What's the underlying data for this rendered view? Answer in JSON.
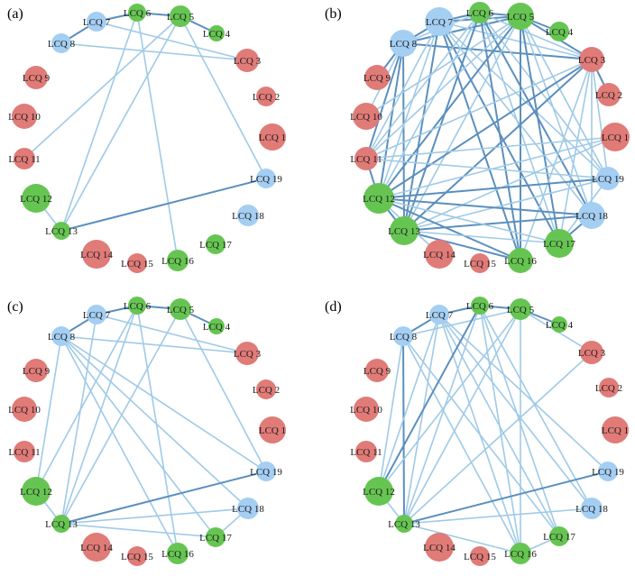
{
  "colors": {
    "blue": "#a4cef2",
    "green": "#66c552",
    "red": "#e07b78",
    "edge_light": "#9fcae7",
    "edge_dark": "#5b8fbe"
  },
  "nodes": [
    {
      "id": 1,
      "label": "LCQ 1",
      "group": "red"
    },
    {
      "id": 2,
      "label": "LCQ 2",
      "group": "red"
    },
    {
      "id": 3,
      "label": "LCQ 3",
      "group": "red"
    },
    {
      "id": 4,
      "label": "LCQ 4",
      "group": "green"
    },
    {
      "id": 5,
      "label": "LCQ 5",
      "group": "green"
    },
    {
      "id": 6,
      "label": "LCQ 6",
      "group": "green"
    },
    {
      "id": 7,
      "label": "LCQ 7",
      "group": "blue"
    },
    {
      "id": 8,
      "label": "LCQ 8",
      "group": "blue"
    },
    {
      "id": 9,
      "label": "LCQ 9",
      "group": "red"
    },
    {
      "id": 10,
      "label": "LCQ 10",
      "group": "red"
    },
    {
      "id": 11,
      "label": "LCQ 11",
      "group": "red"
    },
    {
      "id": 12,
      "label": "LCQ 12",
      "group": "green"
    },
    {
      "id": 13,
      "label": "LCQ 13",
      "group": "green"
    },
    {
      "id": 14,
      "label": "LCQ 14",
      "group": "red"
    },
    {
      "id": 15,
      "label": "LCQ 15",
      "group": "red"
    },
    {
      "id": 16,
      "label": "LCQ 16",
      "group": "green"
    },
    {
      "id": 17,
      "label": "LCQ 17",
      "group": "green"
    },
    {
      "id": 18,
      "label": "LCQ 18",
      "group": "blue"
    },
    {
      "id": 19,
      "label": "LCQ 19",
      "group": "blue"
    }
  ],
  "panels": [
    {
      "label": "(a)",
      "edges": [
        [
          7,
          6,
          1
        ],
        [
          7,
          8,
          1
        ],
        [
          6,
          5,
          1
        ],
        [
          5,
          4,
          1
        ],
        [
          8,
          3,
          0
        ],
        [
          7,
          3,
          0
        ],
        [
          6,
          13,
          0
        ],
        [
          5,
          13,
          0
        ],
        [
          5,
          11,
          0
        ],
        [
          6,
          16,
          0
        ],
        [
          5,
          19,
          0
        ],
        [
          13,
          19,
          1
        ],
        [
          12,
          13,
          0
        ]
      ]
    },
    {
      "label": "(b)",
      "edges": [
        [
          7,
          6,
          1
        ],
        [
          7,
          8,
          1
        ],
        [
          6,
          5,
          1
        ],
        [
          5,
          4,
          1
        ],
        [
          8,
          5,
          1
        ],
        [
          7,
          5,
          1
        ],
        [
          8,
          6,
          0
        ],
        [
          8,
          3,
          1
        ],
        [
          7,
          3,
          0
        ],
        [
          6,
          3,
          0
        ],
        [
          5,
          3,
          1
        ],
        [
          3,
          2,
          1
        ],
        [
          8,
          9,
          1
        ],
        [
          8,
          10,
          0
        ],
        [
          8,
          11,
          1
        ],
        [
          8,
          12,
          1
        ],
        [
          8,
          13,
          1
        ],
        [
          7,
          11,
          0
        ],
        [
          7,
          12,
          0
        ],
        [
          7,
          13,
          1
        ],
        [
          7,
          19,
          0
        ],
        [
          7,
          18,
          0
        ],
        [
          7,
          17,
          1
        ],
        [
          7,
          16,
          1
        ],
        [
          6,
          12,
          0
        ],
        [
          6,
          13,
          1
        ],
        [
          6,
          16,
          1
        ],
        [
          6,
          17,
          0
        ],
        [
          6,
          18,
          1
        ],
        [
          6,
          19,
          0
        ],
        [
          6,
          11,
          0
        ],
        [
          5,
          12,
          1
        ],
        [
          5,
          13,
          0
        ],
        [
          5,
          16,
          1
        ],
        [
          5,
          17,
          1
        ],
        [
          5,
          18,
          0
        ],
        [
          5,
          19,
          0
        ],
        [
          5,
          10,
          0
        ],
        [
          5,
          11,
          0
        ],
        [
          3,
          12,
          1
        ],
        [
          3,
          13,
          1
        ],
        [
          3,
          11,
          0
        ],
        [
          3,
          17,
          0
        ],
        [
          3,
          18,
          0
        ],
        [
          3,
          19,
          0
        ],
        [
          3,
          16,
          0
        ],
        [
          1,
          12,
          0
        ],
        [
          1,
          11,
          0
        ],
        [
          1,
          13,
          0
        ],
        [
          19,
          11,
          0
        ],
        [
          19,
          12,
          1
        ],
        [
          19,
          13,
          0
        ],
        [
          19,
          17,
          0
        ],
        [
          18,
          12,
          1
        ],
        [
          18,
          13,
          1
        ],
        [
          18,
          17,
          1
        ],
        [
          13,
          16,
          1
        ],
        [
          12,
          16,
          1
        ],
        [
          13,
          17,
          0
        ],
        [
          12,
          17,
          0
        ],
        [
          12,
          13,
          1
        ],
        [
          11,
          12,
          1
        ],
        [
          12,
          14,
          0
        ]
      ]
    },
    {
      "label": "(c)",
      "edges": [
        [
          7,
          6,
          1
        ],
        [
          7,
          8,
          1
        ],
        [
          6,
          5,
          1
        ],
        [
          5,
          4,
          1
        ],
        [
          8,
          3,
          0
        ],
        [
          7,
          3,
          0
        ],
        [
          8,
          19,
          0
        ],
        [
          8,
          18,
          0
        ],
        [
          8,
          17,
          0
        ],
        [
          8,
          16,
          0
        ],
        [
          8,
          12,
          0
        ],
        [
          7,
          13,
          0
        ],
        [
          6,
          13,
          0
        ],
        [
          6,
          12,
          0
        ],
        [
          5,
          13,
          0
        ],
        [
          6,
          16,
          0
        ],
        [
          5,
          19,
          0
        ],
        [
          13,
          19,
          1
        ],
        [
          13,
          18,
          0
        ],
        [
          13,
          17,
          0
        ],
        [
          12,
          13,
          0
        ],
        [
          17,
          18,
          0
        ]
      ]
    },
    {
      "label": "(d)",
      "edges": [
        [
          7,
          6,
          1
        ],
        [
          7,
          8,
          1
        ],
        [
          6,
          5,
          1
        ],
        [
          5,
          4,
          1
        ],
        [
          5,
          3,
          0
        ],
        [
          8,
          5,
          0
        ],
        [
          8,
          12,
          0
        ],
        [
          8,
          13,
          1
        ],
        [
          8,
          17,
          0
        ],
        [
          8,
          16,
          0
        ],
        [
          7,
          12,
          0
        ],
        [
          7,
          13,
          0
        ],
        [
          7,
          16,
          0
        ],
        [
          7,
          17,
          0
        ],
        [
          7,
          18,
          0
        ],
        [
          7,
          19,
          0
        ],
        [
          6,
          12,
          1
        ],
        [
          6,
          13,
          0
        ],
        [
          6,
          16,
          0
        ],
        [
          6,
          17,
          0
        ],
        [
          6,
          18,
          0
        ],
        [
          5,
          12,
          0
        ],
        [
          5,
          13,
          0
        ],
        [
          5,
          16,
          0
        ],
        [
          3,
          13,
          0
        ],
        [
          13,
          19,
          1
        ],
        [
          13,
          18,
          0
        ],
        [
          12,
          13,
          0
        ],
        [
          13,
          16,
          0
        ],
        [
          16,
          17,
          0
        ]
      ]
    }
  ]
}
